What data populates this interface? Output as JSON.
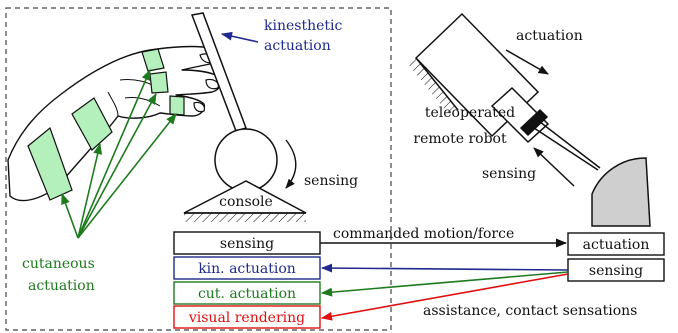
{
  "labels": {
    "kinesthetic": [
      "kinesthetic",
      "actuation"
    ],
    "actuation_robot": "actuation",
    "teleoperated": [
      "teleoperated",
      "remote robot"
    ],
    "sensing_robot": "sensing",
    "sensing_console": "sensing",
    "console": "console",
    "cutaneous": [
      "cutaneous",
      "actuation"
    ],
    "commanded": "commanded motion/force",
    "assistance": "assistance, contact sensations"
  },
  "left_boxes": [
    {
      "label": "sensing",
      "color": "#111111"
    },
    {
      "label": "kin. actuation",
      "color": "#1f2a8c"
    },
    {
      "label": "cut. actuation",
      "color": "#1e7a1e"
    },
    {
      "label": "visual rendering",
      "color": "#e01010"
    }
  ],
  "right_boxes": [
    {
      "label": "actuation"
    },
    {
      "label": "sensing"
    }
  ],
  "colors": {
    "kinesthetic": "#1f2a8c",
    "cutaneous": "#1e7a1e",
    "visual": "#e01010",
    "green_fill": "#b4f0bc",
    "gray_fill": "#cfcfcf",
    "line": "#111111"
  }
}
